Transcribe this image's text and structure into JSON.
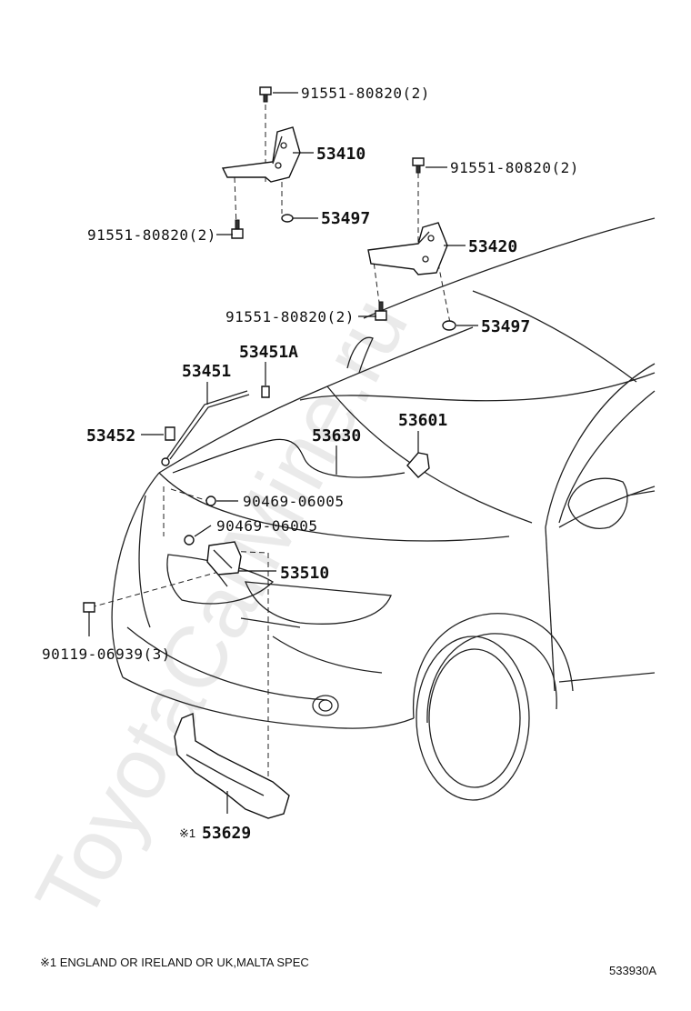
{
  "watermark": "ToyotaCarMine.ru",
  "parts": {
    "bolt_top_1": "91551-80820(2)",
    "hinge_lh": "53410",
    "bolt_top_2": "91551-80820(2)",
    "cushion_1": "53497",
    "bolt_left_1": "91551-80820(2)",
    "hinge_rh": "53420",
    "bolt_left_2": "91551-80820(2)",
    "cushion_2": "53497",
    "rod_holder": "53451A",
    "support_rod": "53451",
    "rod_clip": "53452",
    "release_cable": "53630",
    "release_lever": "53601",
    "clip_1": "90469-06005",
    "clip_2": "90469-06005",
    "lock_assy": "53510",
    "bolt_lock": "90119-06939(3)",
    "lock_cover_mark": "※1",
    "lock_cover": "53629"
  },
  "footnote": "※1 ENGLAND OR IRELAND OR UK,MALTA SPEC",
  "illustration_id": "533930A"
}
